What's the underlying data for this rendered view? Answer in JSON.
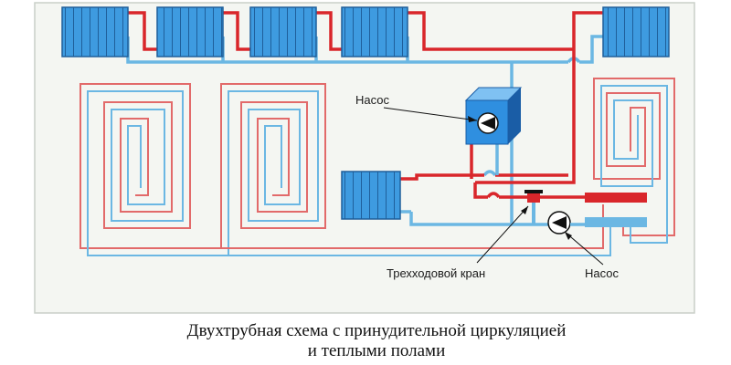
{
  "title": {
    "line1": "Двухтрубная схема с принудительной циркуляцией",
    "line2": "и теплыми полами"
  },
  "labels": {
    "pump_boiler": "Насос",
    "three_way_valve": "Трехходовой кран",
    "pump_floor": "Насос"
  },
  "colors": {
    "background": "#f4f6f2",
    "frame": "#c9cfc8",
    "supply": "#d9262b",
    "supply_light": "#e26a6a",
    "return": "#6bb7e3",
    "radiator": "#3e9be0",
    "radiator_outline": "#1f5f9a",
    "boiler_front": "#2f8fe0",
    "boiler_side": "#1a5da6",
    "boiler_top": "#7fc1f2",
    "pump_fill": "#ffffff",
    "pump_arrow": "#111111"
  }
}
